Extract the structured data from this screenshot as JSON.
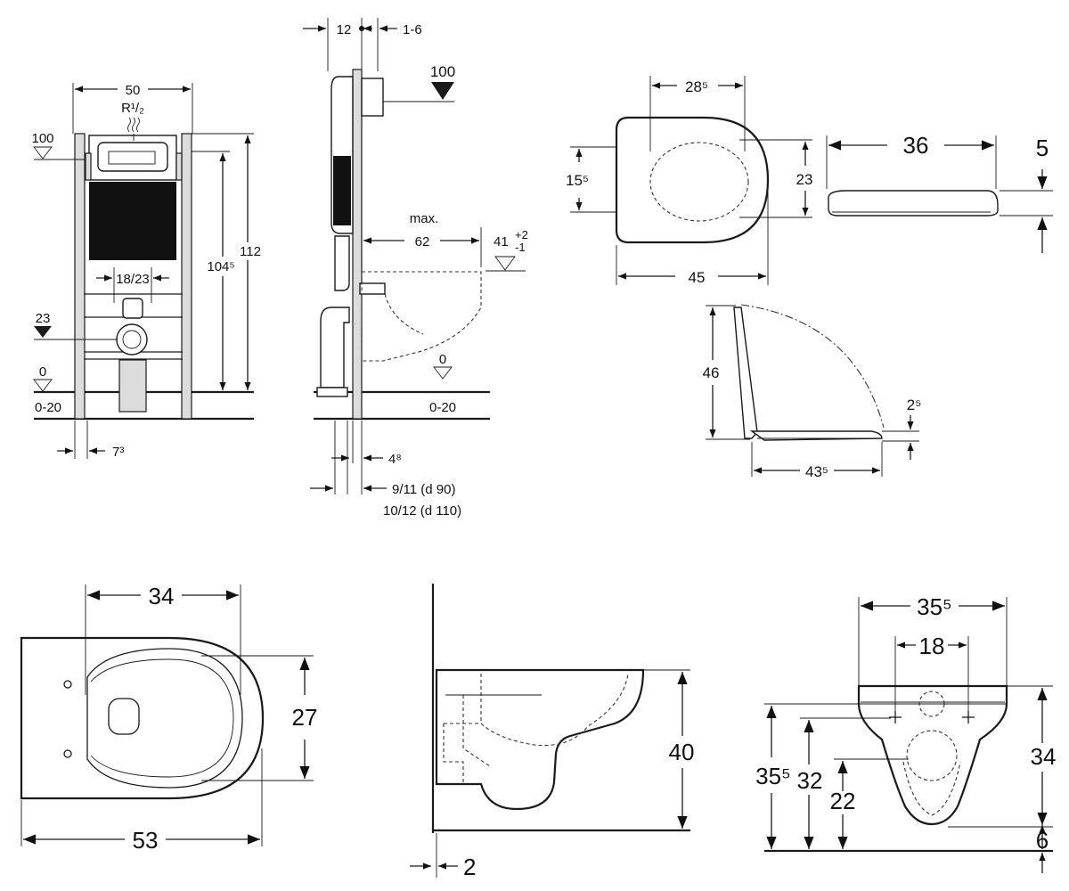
{
  "frame_front": {
    "w": "50",
    "thread": "R¹/₂",
    "lvl_top": "100",
    "lvl_mid": "23",
    "lvl_zero": "0",
    "floor": "0-20",
    "d_1045": "104⁵",
    "d_112": "112",
    "d_1823": "18/23",
    "d_73": "7³"
  },
  "frame_side": {
    "d_12": "12",
    "d_16": "1-6",
    "lvl_100": "100",
    "max": "max.",
    "d_62": "62",
    "d_41": "41",
    "tol_plus": "+2",
    "tol_minus": "-1",
    "lvl_zero": "0",
    "floor": "0-20",
    "d_48": "4⁸",
    "d_911": "9/11 (d 90)",
    "d_1012": "10/12 (d 110)"
  },
  "seat_top": {
    "d_285": "28⁵",
    "d_155": "15⁵",
    "d_23": "23",
    "d_45": "45"
  },
  "seat_side": {
    "d_36": "36",
    "d_5": "5"
  },
  "seat_open": {
    "d_46": "46",
    "d_25": "2⁵",
    "d_435": "43⁵"
  },
  "bowl_top": {
    "d_34": "34",
    "d_27": "27",
    "d_53": "53"
  },
  "bowl_side": {
    "d_40": "40",
    "d_2": "2"
  },
  "bowl_front": {
    "d_355": "35⁵",
    "d_18": "18",
    "d_34": "34",
    "d_355b": "35⁵",
    "d_32": "32",
    "d_22": "22",
    "d_6": "6"
  }
}
